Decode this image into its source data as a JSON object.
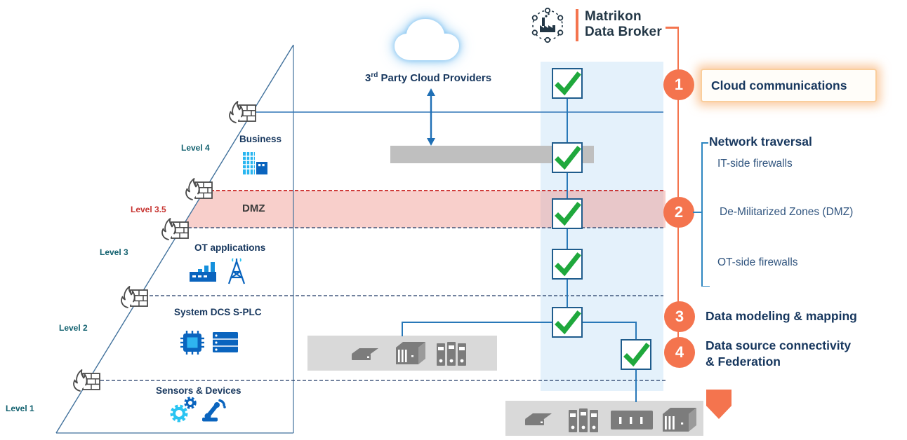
{
  "logo": {
    "brand": "Matrikon",
    "product": "Data Broker"
  },
  "cloud": {
    "num": "3",
    "sup": "rd",
    "rest": " Party Cloud Providers"
  },
  "level_labels": {
    "l4": "Level 4",
    "l35": "Level 3.5",
    "l3": "Level 3",
    "l2": "Level 2",
    "l1": "Level 1"
  },
  "zone_labels": {
    "business": "Business",
    "dmz": "DMZ",
    "ot": "OT applications",
    "dcs": "System DCS S-PLC",
    "sensors": "Sensors & Devices"
  },
  "annotations": {
    "a1": {
      "num": "1",
      "label": "Cloud communications"
    },
    "a2": {
      "num": "2",
      "heading": "Network traversal",
      "items": [
        "IT-side firewalls",
        "De-Militarized Zones (DMZ)",
        "OT-side firewalls"
      ]
    },
    "a3": {
      "num": "3",
      "label": "Data modeling & mapping"
    },
    "a4": {
      "num": "4",
      "line1": "Data source connectivity",
      "line2": "& Federation"
    }
  },
  "colors": {
    "accent_orange": "#F4744E",
    "navy_text": "#17375E",
    "line_blue": "#2878B8",
    "check_green": "#1FA83C",
    "dmz_red": "#C00000",
    "dmz_fill": "#F5C4C0",
    "teal_level": "#12616F",
    "band_blue": "#E4F1FB",
    "gray_box": "#D9D9D9"
  }
}
